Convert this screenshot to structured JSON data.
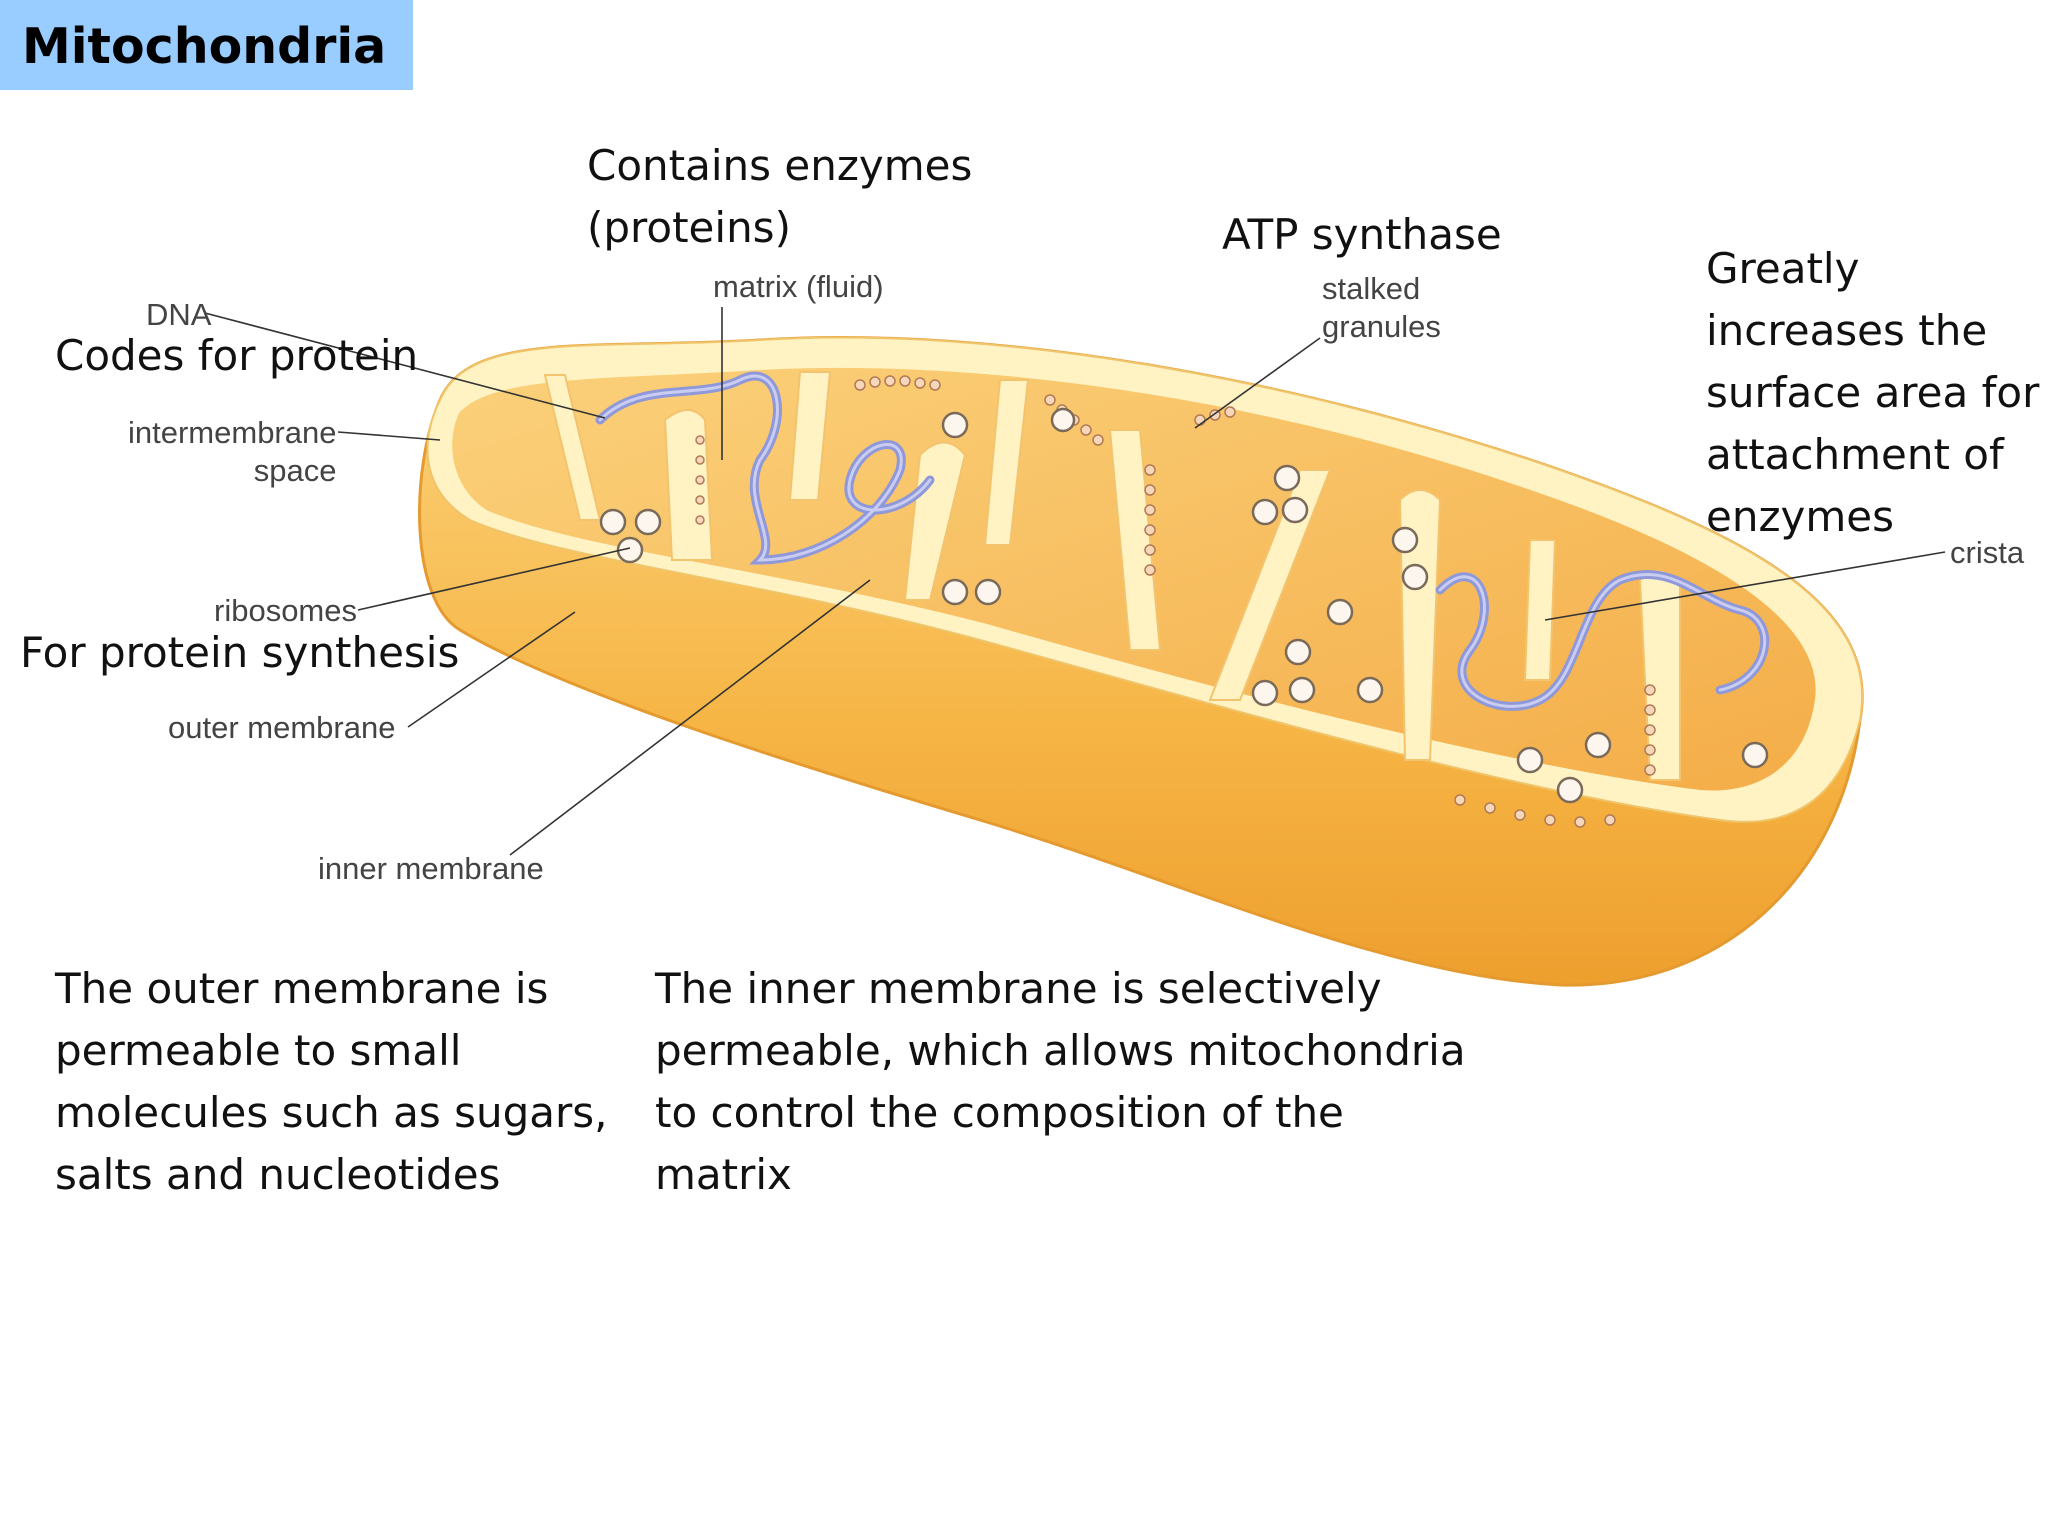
{
  "title": "Mitochondria",
  "notes": {
    "enzymes_line1": "Contains enzymes",
    "enzymes_line2": "(proteins)",
    "atp": "ATP synthase",
    "codes": "Codes for protein",
    "synthesis": "For protein synthesis",
    "surface_1": "Greatly",
    "surface_2": "increases the",
    "surface_3": "surface area for",
    "surface_4": "attachment of",
    "surface_5": "enzymes"
  },
  "labels": {
    "dna": "DNA",
    "intermembrane_1": "intermembrane",
    "intermembrane_2": "space",
    "ribosomes": "ribosomes",
    "outer_membrane": "outer membrane",
    "inner_membrane": "inner membrane",
    "matrix": "matrix (fluid)",
    "stalked_1": "stalked",
    "stalked_2": "granules",
    "crista": "crista"
  },
  "paragraphs": {
    "outer_1": "The outer membrane is",
    "outer_2": "permeable to small",
    "outer_3": "molecules such as sugars,",
    "outer_4": "salts and nucleotides",
    "inner_1": "The inner membrane is selectively",
    "inner_2": "permeable, which allows mitochondria",
    "inner_3": "to control the composition of the",
    "inner_4": "matrix"
  },
  "colors": {
    "title_bg": "#99ccff",
    "outer_body": "#f6b84a",
    "membrane_cream": "#fff3c4",
    "matrix_fill": "#f9c461",
    "dna_strand": "#8f98d9"
  }
}
